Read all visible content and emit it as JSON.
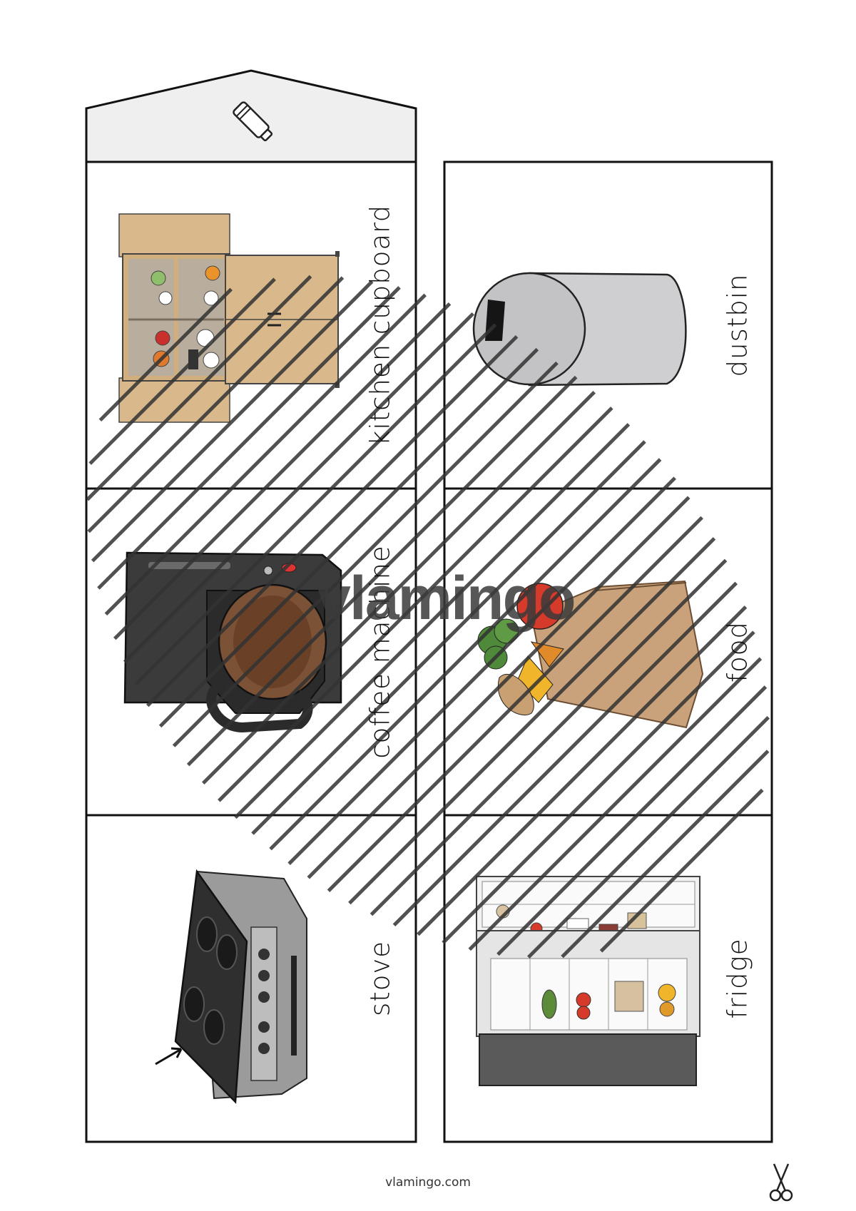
{
  "cards": [
    {
      "id": "kitchen-cupboard",
      "label": "kitchen cupboard",
      "icon": "kitchen-cupboard-icon"
    },
    {
      "id": "coffee-machine",
      "label": "coffee machine",
      "icon": "coffee-machine-icon"
    },
    {
      "id": "stove",
      "label": "stove",
      "icon": "stove-icon"
    },
    {
      "id": "dustbin",
      "label": "dustbin",
      "icon": "dustbin-icon"
    },
    {
      "id": "food",
      "label": "food",
      "icon": "food-bag-icon"
    },
    {
      "id": "fridge",
      "label": "fridge",
      "icon": "fridge-icon"
    }
  ],
  "watermark": "vlamingo",
  "footer": "vlamingo.com",
  "icons": {
    "glue": "glue-stick-icon",
    "cut": "scissors-icon"
  },
  "colors": {
    "card_border": "#111111",
    "tab_fill": "#efefef",
    "cupboard": "#d9b98c",
    "bin": "#cfcfd1",
    "bag": "#c9a27b",
    "appliance": "#3b3b3b"
  }
}
